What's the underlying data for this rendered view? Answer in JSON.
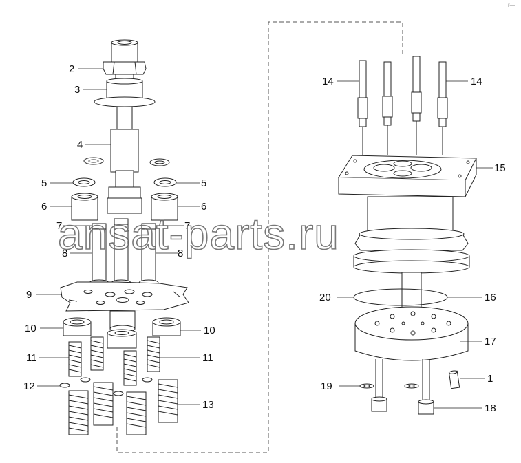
{
  "callouts": {
    "c1": "1",
    "c2": "2",
    "c3": "3",
    "c4": "4",
    "c5_left": "5",
    "c5_right": "5",
    "c6_left": "6",
    "c6_right": "6",
    "c7_left": "7",
    "c7_right": "7",
    "c8_left": "8",
    "c8_right": "8",
    "c9": "9",
    "c10_left": "10",
    "c10_right": "10",
    "c11_left": "11",
    "c11_right": "11",
    "c12": "12",
    "c13": "13",
    "c14_left": "14",
    "c14_right": "14",
    "c15": "15",
    "c16": "16",
    "c17": "17",
    "c18": "18",
    "c19": "19",
    "c20": "20"
  },
  "watermark": "ansat-parts.ru",
  "corner_mark": "r—",
  "colors": {
    "line": "#222222",
    "fill": "#ffffff",
    "dash": "#555555"
  }
}
